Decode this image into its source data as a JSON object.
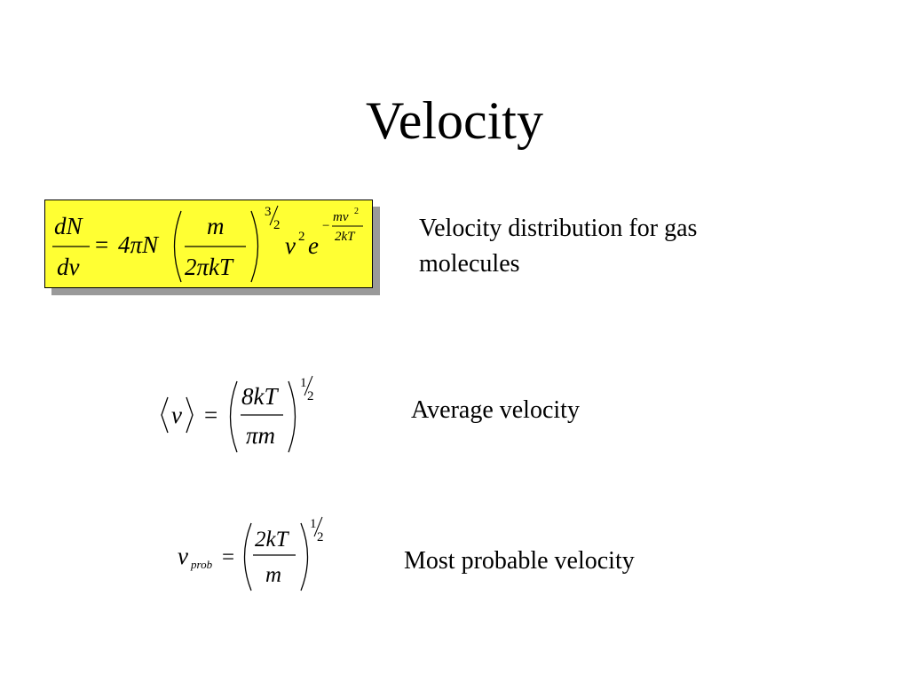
{
  "slide": {
    "title": "Velocity"
  },
  "formulas": [
    {
      "description": "Velocity distribution for gas molecules",
      "parts": {
        "lhs_num": "dN",
        "lhs_den": "dv",
        "equals": "=",
        "coef": "4πN",
        "paren_num": "m",
        "paren_den": "2πkT",
        "exp_num": "3",
        "exp_den": "2",
        "v": "v",
        "v_exp": "2",
        "e": "e",
        "e_sign": "−",
        "e_num": "mv",
        "e_num_exp": "2",
        "e_den": "2kT"
      }
    },
    {
      "description": "Average velocity",
      "parts": {
        "lhs": "v",
        "equals": "=",
        "num": "8kT",
        "den": "πm",
        "exp_num": "1",
        "exp_den": "2"
      }
    },
    {
      "description": "Most probable velocity",
      "parts": {
        "lhs": "v",
        "lhs_sub": "prob",
        "equals": "=",
        "num": "2kT",
        "den": "m",
        "exp_num": "1",
        "exp_den": "2"
      }
    }
  ],
  "colors": {
    "highlight_box": "#ffff33",
    "shadow": "#9a9a9a"
  }
}
